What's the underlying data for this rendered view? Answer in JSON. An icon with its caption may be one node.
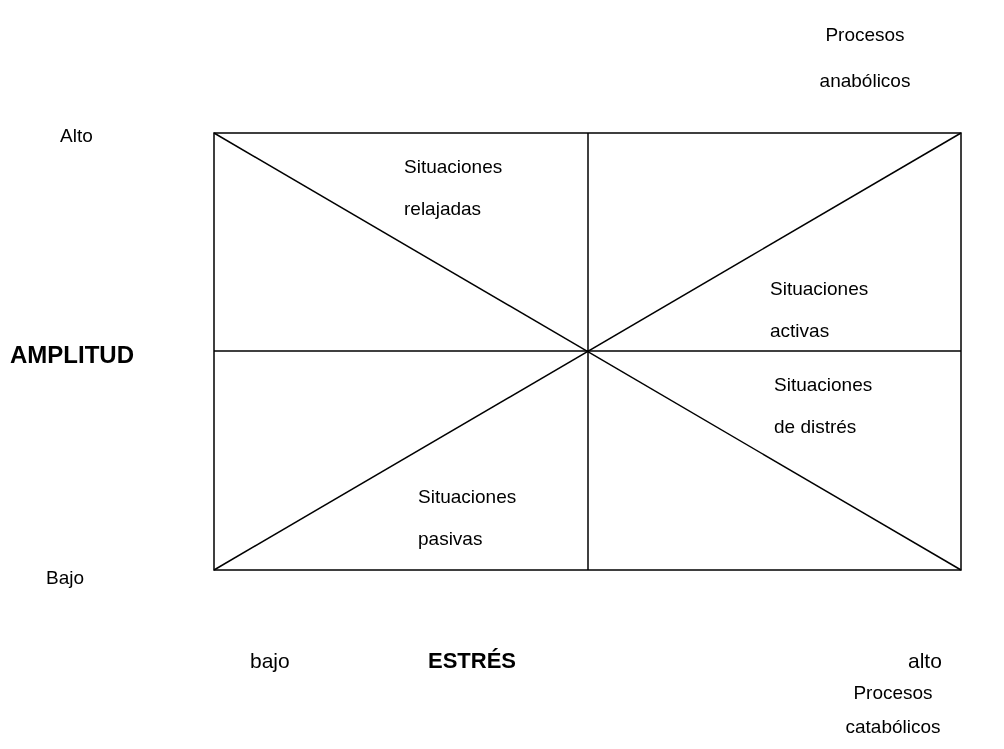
{
  "diagram": {
    "labels": [
      "Procesos anabólicos",
      "Alto",
      "Situaciones relajadas",
      "Situaciones activas",
      "AMPLITUD",
      "Situaciones de distrés",
      "Situaciones pasivas",
      "Bajo",
      "bajo",
      "ESTRÉS",
      "alto",
      "Procesos catabólicos"
    ]
  }
}
